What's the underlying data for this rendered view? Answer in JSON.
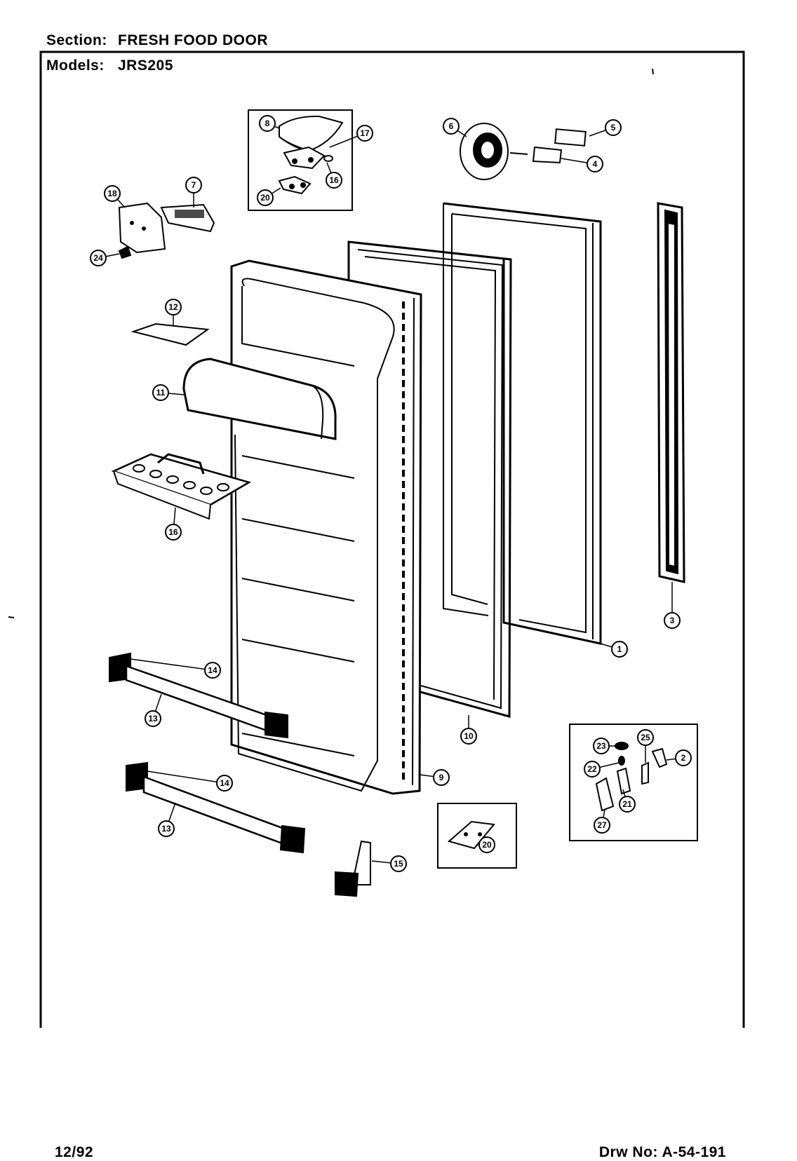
{
  "header": {
    "section_label": "Section:",
    "section_value": "FRESH FOOD DOOR",
    "models_label": "Models:",
    "models_value": "JRS205"
  },
  "footer": {
    "date": "12/92",
    "drawing_number": "Drw No: A-54-191"
  },
  "callouts": [
    {
      "id": "c-8",
      "number": "8"
    },
    {
      "id": "c-17",
      "number": "17"
    },
    {
      "id": "c-16a",
      "number": "16"
    },
    {
      "id": "c-20a",
      "number": "20"
    },
    {
      "id": "c-6",
      "number": "6"
    },
    {
      "id": "c-5",
      "number": "5"
    },
    {
      "id": "c-4",
      "number": "4"
    },
    {
      "id": "c-18",
      "number": "18"
    },
    {
      "id": "c-7",
      "number": "7"
    },
    {
      "id": "c-24",
      "number": "24"
    },
    {
      "id": "c-12",
      "number": "12"
    },
    {
      "id": "c-11",
      "number": "11"
    },
    {
      "id": "c-16b",
      "number": "16"
    },
    {
      "id": "c-14a",
      "number": "14"
    },
    {
      "id": "c-13a",
      "number": "13"
    },
    {
      "id": "c-14b",
      "number": "14"
    },
    {
      "id": "c-13b",
      "number": "13"
    },
    {
      "id": "c-15",
      "number": "15"
    },
    {
      "id": "c-9",
      "number": "9"
    },
    {
      "id": "c-10",
      "number": "10"
    },
    {
      "id": "c-1",
      "number": "1"
    },
    {
      "id": "c-3",
      "number": "3"
    },
    {
      "id": "c-20b",
      "number": "20"
    },
    {
      "id": "c-23",
      "number": "23"
    },
    {
      "id": "c-25",
      "number": "25"
    },
    {
      "id": "c-2",
      "number": "2"
    },
    {
      "id": "c-22",
      "number": "22"
    },
    {
      "id": "c-21",
      "number": "21"
    },
    {
      "id": "c-27",
      "number": "27"
    }
  ]
}
